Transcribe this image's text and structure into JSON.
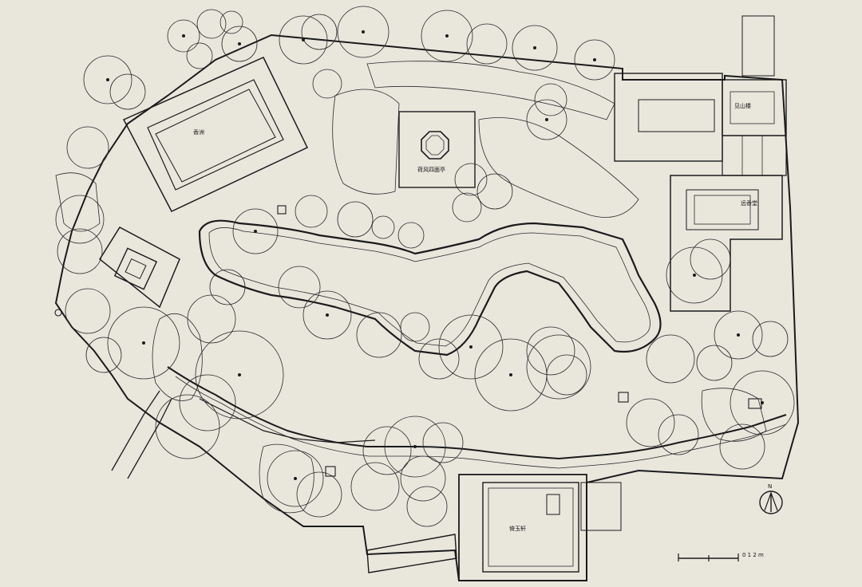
{
  "plan": {
    "pavilion_labels": [
      "香洲",
      "荷风四面亭",
      "远香堂",
      "倚玉轩",
      "见山楼"
    ],
    "scale_bar": {
      "label": "0 1 2 m"
    },
    "north_arrow": {
      "label": "N"
    }
  },
  "colors": {
    "paper": "#e9e6dc",
    "ink": "#1b1b1b"
  }
}
